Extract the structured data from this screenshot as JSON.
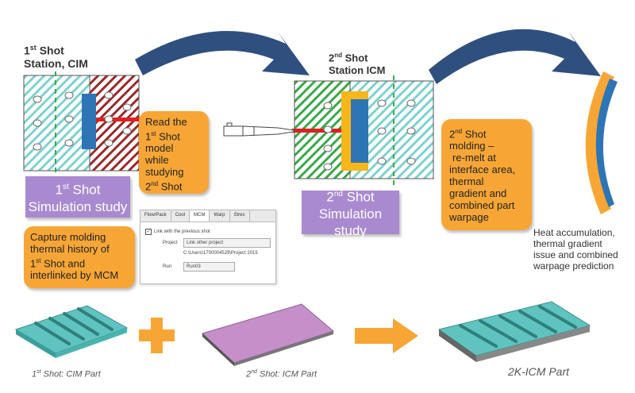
{
  "station1": {
    "title_line1": "1",
    "title_sup": "st",
    "title_rest": " Shot",
    "title_line2": "Station, CIM"
  },
  "station2": {
    "title_line1": "2",
    "title_sup": "nd",
    "title_rest": " Shot",
    "title_line2": "Station ICM"
  },
  "sim1": {
    "line1_a": "1",
    "line1_sup": "st",
    "line1_b": " Shot",
    "line2": "Simulation study"
  },
  "sim2": {
    "line1_a": "2",
    "line1_sup": "nd",
    "line1_b": " Shot",
    "line2": "Simulation study"
  },
  "read_box": {
    "l1": "Read the",
    "l2a": "1",
    "l2sup": "st",
    "l2b": " Shot",
    "l3": "model",
    "l4": "while",
    "l5": "studying",
    "l6a": "2",
    "l6sup": "nd",
    "l6b": " Shot"
  },
  "capture_box": {
    "l1": "Capture molding",
    "l2": "thermal history of",
    "l3a": "1",
    "l3sup": "st",
    "l3b": " Shot and",
    "l4": "interlinked by MCM"
  },
  "molding_box": {
    "l1a": "2",
    "l1sup": "nd",
    "l1b": " Shot",
    "l2": "molding –",
    "l3": "re-melt at",
    "l4": "interface area,",
    "l5": "thermal",
    "l6": "gradient and",
    "l7": "combined part",
    "l8": "warpage"
  },
  "heat_text": {
    "l1": "Heat accumulation,",
    "l2": "thermal gradient",
    "l3": "issue and combined",
    "l4": "warpage prediction"
  },
  "software": {
    "tabs": [
      "Flow/Pack",
      "Cool",
      "MCM",
      "Warp",
      "Stres"
    ],
    "checkbox_label": "Link with the previous shot",
    "project_label": "Project",
    "project_value": "Link other project",
    "path_value": "C:\\Users\\1700004529\\Project 2015",
    "run_label": "Run",
    "run_value": "Run03"
  },
  "captions": {
    "cim_a": "1",
    "cim_sup": "st",
    "cim_b": " Shot: CIM Part",
    "icm_a": "2",
    "icm_sup": "nd",
    "icm_b": " Shot: ICM Part",
    "combined": "2K-ICM Part"
  },
  "colors": {
    "orange": "#f7a636",
    "purple": "#a98ad1",
    "teal": "#5fc4c0",
    "arrow": "#2f4f7f",
    "blue": "#2e75b6",
    "green": "#3aa84a",
    "red": "#8b1a1a"
  }
}
